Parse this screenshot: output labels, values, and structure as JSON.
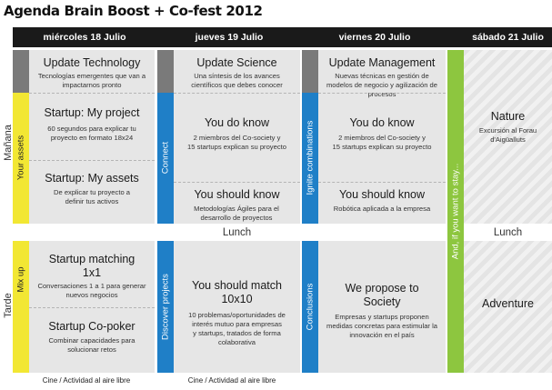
{
  "title": "Agenda Brain Boost + Co-fest 2012",
  "days": [
    "miércoles 18 Julio",
    "jueves 19 Julio",
    "viernes 20 Julio",
    "sábado 21 Julio"
  ],
  "side": {
    "morning": "Mañana",
    "afternoon": "Tarde"
  },
  "tracks": {
    "your_assets": "Your assets",
    "connect": "Connect",
    "ignite": "Ignite combinations",
    "mix_up": "Mix up",
    "discover": "Discover projects",
    "conclusions": "Conclusions",
    "stay": "And, if you want to stay..."
  },
  "wed": {
    "update_title": "Update Technology",
    "update_desc": "Tecnologías emergentes que van a impactarnos pronto",
    "project_title": "Startup: My project",
    "project_desc": "60 segundos para explicar tu proyecto en formato 18x24",
    "assets_title": "Startup: My assets",
    "assets_desc": "De explicar tu proyecto a definir tus activos",
    "matching_title": "Startup matching 1x1",
    "matching_desc": "Conversaciones 1 a 1 para generar nuevos negocios",
    "copoker_title": "Startup Co-poker",
    "copoker_desc": "Combinar capacidades para solucionar retos"
  },
  "thu": {
    "update_title": "Update Science",
    "update_desc": "Una síntesis de los avances científicos que debes conocer",
    "youdo_title": "You do know",
    "youdo_desc_a": "2 miembros del Co-society y",
    "youdo_desc_b": "15 startups explican su proyecto",
    "should_title": "You should know",
    "should_desc": "Metodologías Ágiles para el desarrollo de proyectos",
    "match_title": "You should match 10x10",
    "match_desc_a": "10 problemas/oportunidades de interés mutuo para empresas",
    "match_desc_b": "y startups, tratados de forma colaborativa"
  },
  "fri": {
    "update_title": "Update Management",
    "update_desc": "Nuevas técnicas en gestión de modelos de negocio y agilización de procesos",
    "youdo_title": "You do know",
    "youdo_desc_a": "2 miembros del Co-society y",
    "youdo_desc_b": "15 startups explican su proyecto",
    "should_title": "You should know",
    "should_desc": "Robótica aplicada a la empresa",
    "propose_title": "We propose to Society",
    "propose_desc_a": "Empresas y startups proponen",
    "propose_desc_b": "medidas concretas para estimular la innovación en el país"
  },
  "sat": {
    "nature_title": "Nature",
    "nature_desc": "Excursión al Forau d'Aigüalluts",
    "lunch": "Lunch",
    "adventure_title": "Adventure"
  },
  "lunch": "Lunch",
  "footer": {
    "wed": "Cine / Actividad al aire libre",
    "thu": "Cine / Actividad al aire libre"
  },
  "colors": {
    "header": "#1a1a1a",
    "yellow": "#f2e733",
    "blue": "#1f7fc7",
    "green": "#8dc63f",
    "dark_gray": "#7a7a7a",
    "cell": "#e6e6e6"
  }
}
